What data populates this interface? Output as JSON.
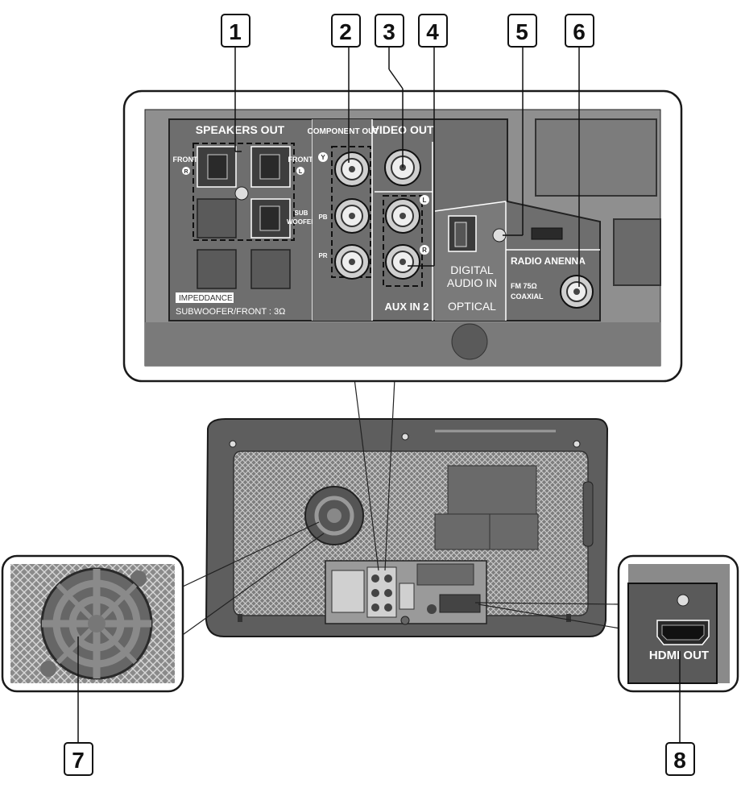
{
  "callouts": [
    "1",
    "2",
    "3",
    "4",
    "5",
    "6",
    "7",
    "8"
  ],
  "panel": {
    "speakers_out": "SPEAKERS OUT",
    "front_left_label": "FRONT",
    "front_right_label": "FRONT",
    "left_marker": "L",
    "right_marker": "R",
    "sub_label_1": "SUB",
    "sub_label_2": "WOOFER",
    "impedance_label": "IMPEDDANCE",
    "impedance_value": "SUBWOOFER/FRONT : 3Ω",
    "component_out": "COMPONENT OUT",
    "y_label": "Y",
    "pb_label": "PB",
    "pr_label": "PR",
    "video_out": "VIDEO OUT",
    "aux_l": "L",
    "aux_r": "R",
    "aux_in_2": "AUX IN 2",
    "digital_line1": "DIGITAL",
    "digital_line2": "AUDIO IN",
    "optical": "OPTICAL",
    "radio_antenna": "RADIO ANENNA",
    "fm_line1": "FM 75Ω",
    "fm_line2": "COAXIAL"
  },
  "hdmi": {
    "label": "HDMI OUT"
  }
}
